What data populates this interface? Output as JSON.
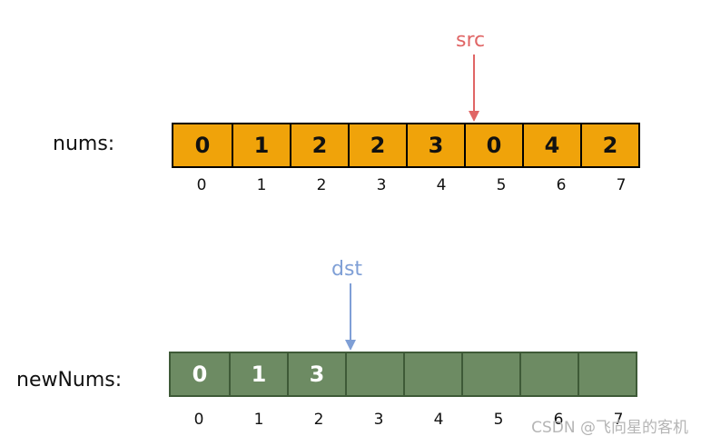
{
  "nums": {
    "label": "nums:",
    "values": [
      "0",
      "1",
      "2",
      "2",
      "3",
      "0",
      "4",
      "2"
    ],
    "indices": [
      "0",
      "1",
      "2",
      "3",
      "4",
      "5",
      "6",
      "7"
    ]
  },
  "newNums": {
    "label": "newNums:",
    "values": [
      "0",
      "1",
      "3",
      "",
      "",
      "",
      "",
      ""
    ],
    "indices": [
      "0",
      "1",
      "2",
      "3",
      "4",
      "5",
      "6",
      "7"
    ]
  },
  "pointers": {
    "src": {
      "label": "src",
      "color": "#e06666"
    },
    "dst": {
      "label": "dst",
      "color": "#7f9fd6"
    }
  },
  "colors": {
    "nums_fill": "#f0a30a",
    "newNums_fill": "#6d8b63"
  },
  "watermark": "CSDN @飞向星的客机"
}
